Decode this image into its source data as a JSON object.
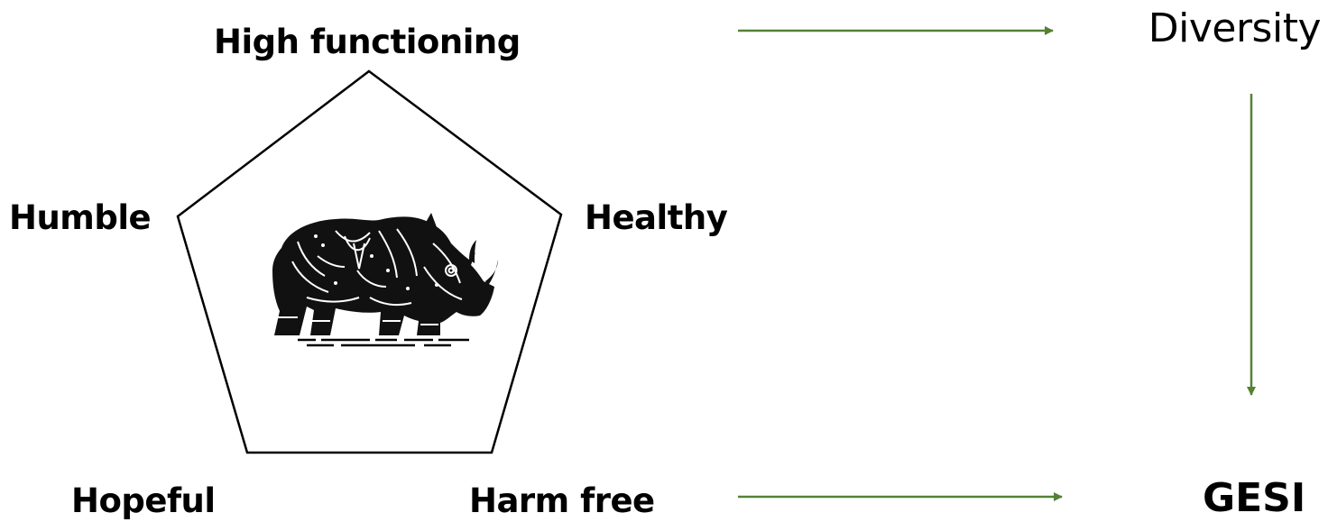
{
  "pentagon": {
    "vertices": {
      "top": "High functioning",
      "right": "Healthy",
      "bottom_right": "Harm free",
      "bottom_left": "Hopeful",
      "left": "Humble"
    },
    "center_image": "rhino-icon"
  },
  "flow": {
    "top_target": "Diversity",
    "bottom_target": "GESI"
  },
  "colors": {
    "arrow": "#548235",
    "outline": "#000000",
    "background": "#ffffff"
  }
}
